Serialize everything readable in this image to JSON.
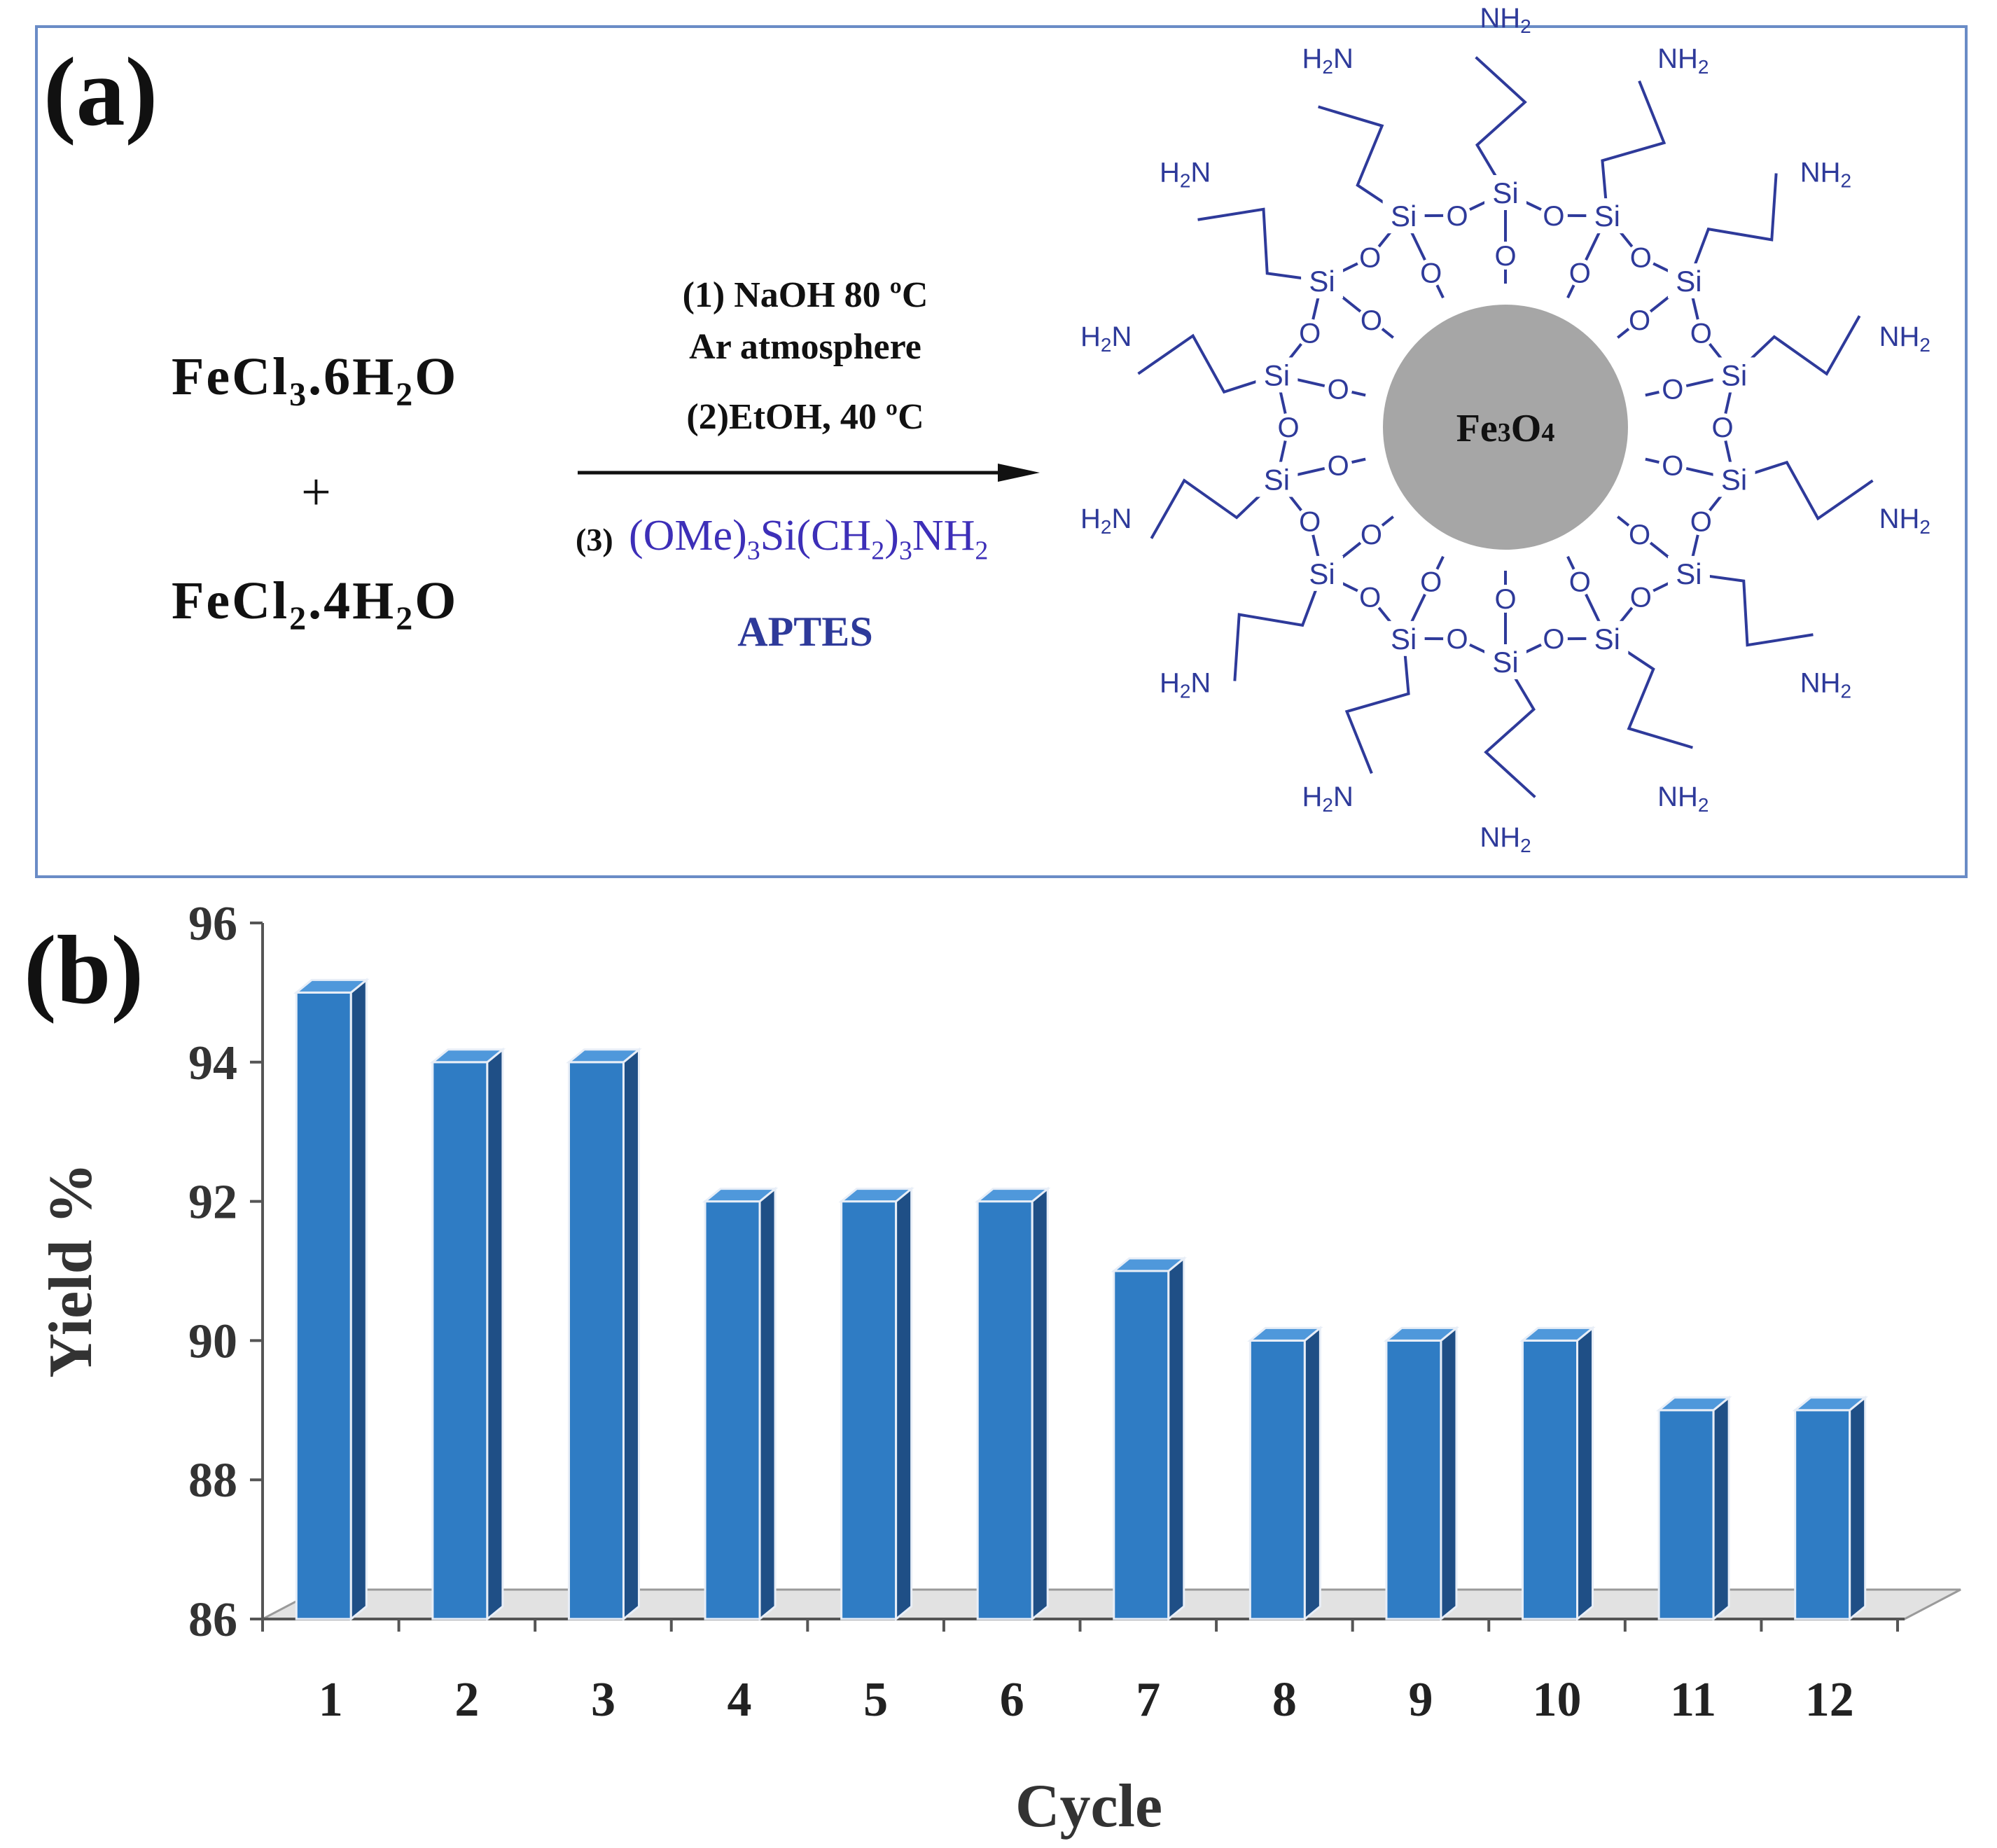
{
  "scheme": {
    "panel_label": "(a)",
    "reactant_1": {
      "main": "FeCl",
      "sub1": "3",
      "mid": ".6H",
      "sub2": "2",
      "tail": "O"
    },
    "plus": "+",
    "reactant_2": {
      "main": "FeCl",
      "sub1": "2",
      "mid": ".4H",
      "sub2": "2",
      "tail": "O"
    },
    "condition_1": "(1) NaOH  80 ºC",
    "condition_1b": "Ar atmosphere",
    "condition_2": "(2)EtOH, 40 ºC",
    "condition_3_prefix": "(3)",
    "condition_3": {
      "a": "(OMe)",
      "s1": "3",
      "b": "Si(CH",
      "s2": "2",
      "c": ")",
      "s3": "3",
      "d": "NH",
      "s4": "2"
    },
    "reagent_name": "APTES",
    "core_label": {
      "main": "Fe",
      "s1": "3",
      "mid": "O",
      "s2": "4"
    },
    "silicon": "Si",
    "oxygen": "O",
    "amine_right": {
      "main": "NH",
      "sub": "2"
    },
    "amine_left": {
      "pre": "H",
      "sub": "2",
      "main": "N"
    },
    "colors": {
      "structure": "#2e3a9a",
      "core": "#a6a6a6",
      "frame": "#6a8cc6"
    }
  },
  "chart_data": {
    "panel_label": "(b)",
    "type": "bar",
    "categories": [
      "1",
      "2",
      "3",
      "4",
      "5",
      "6",
      "7",
      "8",
      "9",
      "10",
      "11",
      "12"
    ],
    "values": [
      95,
      94,
      94,
      92,
      92,
      92,
      91,
      90,
      90,
      90,
      89,
      89
    ],
    "xlabel": "Cycle",
    "ylabel": "Yield %",
    "ylim": [
      86,
      96
    ],
    "yticks": [
      86,
      88,
      90,
      92,
      94,
      96
    ],
    "grid": false,
    "legend": "none",
    "colors": {
      "bar_front": "#2f7cc4",
      "bar_side": "#1f4f86",
      "bar_top": "#4f98db",
      "floor": "#e2e2e2"
    }
  }
}
